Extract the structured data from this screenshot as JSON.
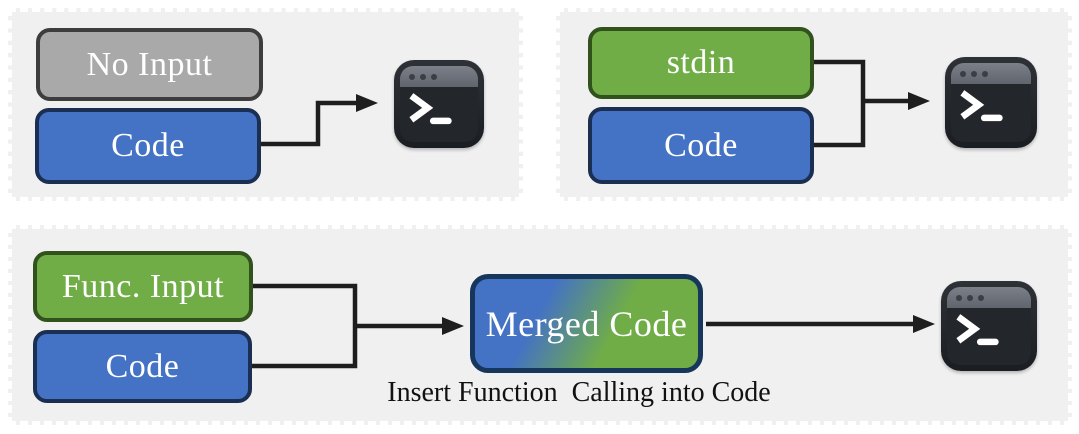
{
  "colors": {
    "page_background": "#ffffff",
    "panel_background": "#f0f0f1",
    "no_input_fill": "#a9a9a9",
    "no_input_border": "#3d3d3d",
    "code_fill": "#4472c4",
    "code_border": "#1b2f52",
    "input_fill": "#70ad47",
    "input_border": "#31511d",
    "merged_gradient_start": "#4472c4",
    "merged_gradient_end": "#70ad47",
    "merged_border": "#16365c",
    "arrow": "#1e1e1e",
    "box_text": "#ffffff",
    "caption_text": "#111111"
  },
  "panels": {
    "no_input": {
      "input_box": "No Input",
      "code_box": "Code",
      "icon": "terminal-icon"
    },
    "stdin": {
      "input_box": "stdin",
      "code_box": "Code",
      "icon": "terminal-icon"
    },
    "function_input": {
      "input_box": "Func. Input",
      "code_box": "Code",
      "merged_box": "Merged Code",
      "caption": "Insert Function  Calling into Code",
      "icon": "terminal-icon"
    }
  },
  "icons": {
    "terminal": "terminal-icon",
    "terminal_prompt_glyph": ">_"
  }
}
